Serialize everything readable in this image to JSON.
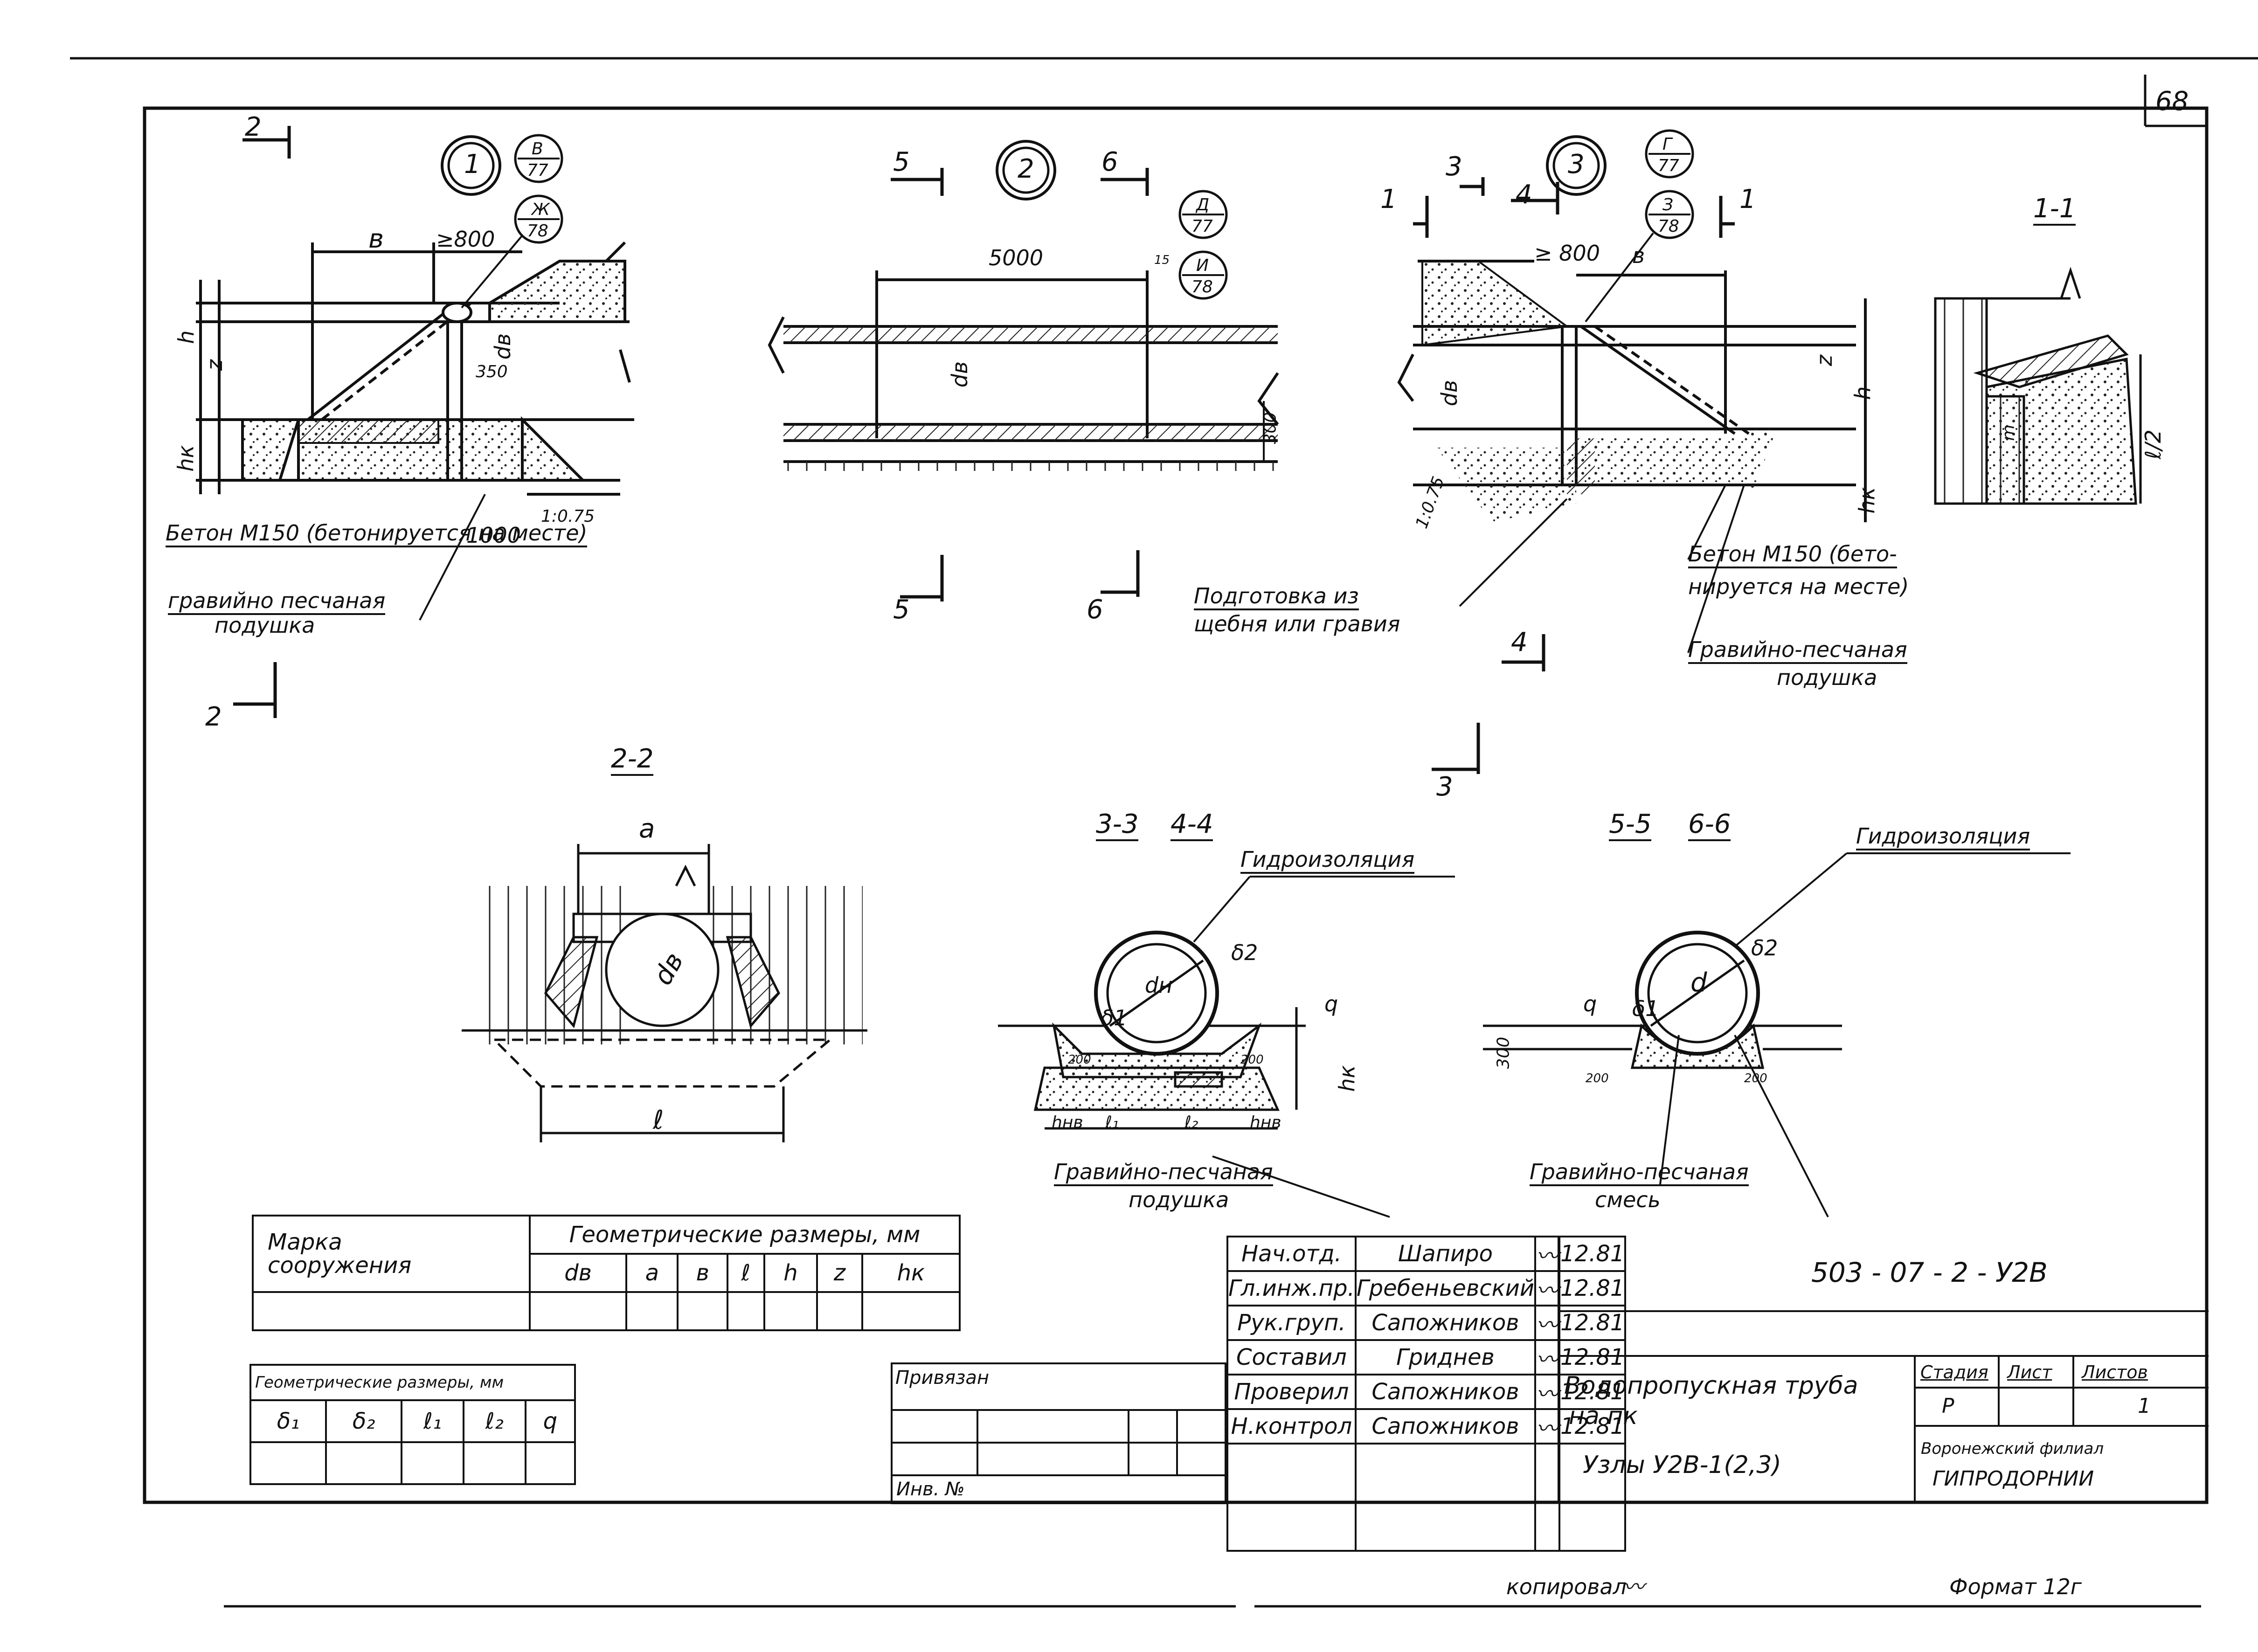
{
  "sheet": {
    "page_number": "68",
    "code": "503 - 07 - 2 - У2В",
    "title_line1": "Водопропускная труба",
    "title_line2": "на пк",
    "subtitle": "Узлы У2В-1(2,3)",
    "stage_header": "Стадия",
    "sheet_header": "Лист",
    "sheets_header": "Листов",
    "stage": "Р",
    "sheets": "1",
    "org_line1": "Воронежский филиал",
    "org_line2": "ГИПРОДОРНИИ",
    "bound": "Привязан",
    "inv": "Инв. №",
    "copied": "копировал",
    "format": "Формат 12г"
  },
  "signatures": [
    {
      "role": "Нач.отд.",
      "name": "Шапиро",
      "date": "12.81"
    },
    {
      "role": "Гл.инж.пр.",
      "name": "Гребеньевский",
      "date": "12.81"
    },
    {
      "role": "Рук.груп.",
      "name": "Сапожников",
      "date": "12.81"
    },
    {
      "role": "Составил",
      "name": "Гриднев",
      "date": "12.81"
    },
    {
      "role": "Проверил",
      "name": "Сапожников",
      "date": "12.81"
    },
    {
      "role": "Н.контрол",
      "name": "Сапожников",
      "date": "12.81"
    }
  ],
  "table_main": {
    "col1_line1": "Марка",
    "col1_line2": "сооружения",
    "header": "Геометрические размеры, мм",
    "cols": [
      "dв",
      "a",
      "в",
      "ℓ",
      "h",
      "z",
      "hк"
    ]
  },
  "table_small": {
    "header": "Геометрические размеры, мм",
    "cols": [
      "δ₁",
      "δ₂",
      "ℓ₁",
      "ℓ₂",
      "q"
    ]
  },
  "markers": {
    "n1": "1",
    "n2": "2",
    "n3": "3",
    "ref1a_top": "В",
    "ref1a_bot": "77",
    "ref1b_top": "Ж",
    "ref1b_bot": "78",
    "ref2a_top": "Д",
    "ref2a_bot": "77",
    "ref2b_top": "И",
    "ref2b_bot": "78",
    "ref3a_top": "Г",
    "ref3a_bot": "77",
    "ref3b_top": "З",
    "ref3b_bot": "78"
  },
  "sections": {
    "s11": "1-1",
    "s22": "2-2",
    "s33": "3-3",
    "s44": "4-4",
    "s55": "5-5",
    "s66": "6-6",
    "cut2": "2",
    "cut5": "5",
    "cut6": "6",
    "cut3": "3",
    "cut4": "4",
    "cut1": "1"
  },
  "dimensions": {
    "b": "в",
    "ge800": "≥800",
    "ge800b": "≥ 800",
    "d5000": "5000",
    "d15": "15",
    "d350": "350",
    "d1000": "1000",
    "d300": "300",
    "d200": "200",
    "h": "h",
    "hk": "hк",
    "z": "z",
    "dv": "dв",
    "a": "a",
    "l": "ℓ",
    "d": "d",
    "dn": "dн",
    "delta1": "δ1",
    "delta2": "δ2",
    "q": "q",
    "slope": "1:0.75",
    "l2": "ℓ/2",
    "m": "m",
    "hnb": "hнв",
    "l1": "ℓ₁",
    "l2b": "ℓ₂"
  },
  "notes": {
    "concrete1_l1": "Бетон М150 (бетонируется на месте)",
    "gravel1_l1": "гравийно песчаная",
    "gravel1_l2": "подушка",
    "prep_l1": "Подготовка из",
    "prep_l2": "щебня или гравия",
    "concrete3_l1": "Бетон М150 (бето-",
    "concrete3_l2": "нируется на месте)",
    "gravel3_l1": "Гравийно-песчаная",
    "gravel3_l2": "подушка",
    "waterproof1": "Гидроизоляция",
    "waterproof2": "Гидроизоляция",
    "gravel33_l1": "Гравийно-песчаная",
    "gravel33_l2": "подушка",
    "gravel55_l1": "Гравийно-песчаная",
    "gravel55_l2": "смесь"
  }
}
